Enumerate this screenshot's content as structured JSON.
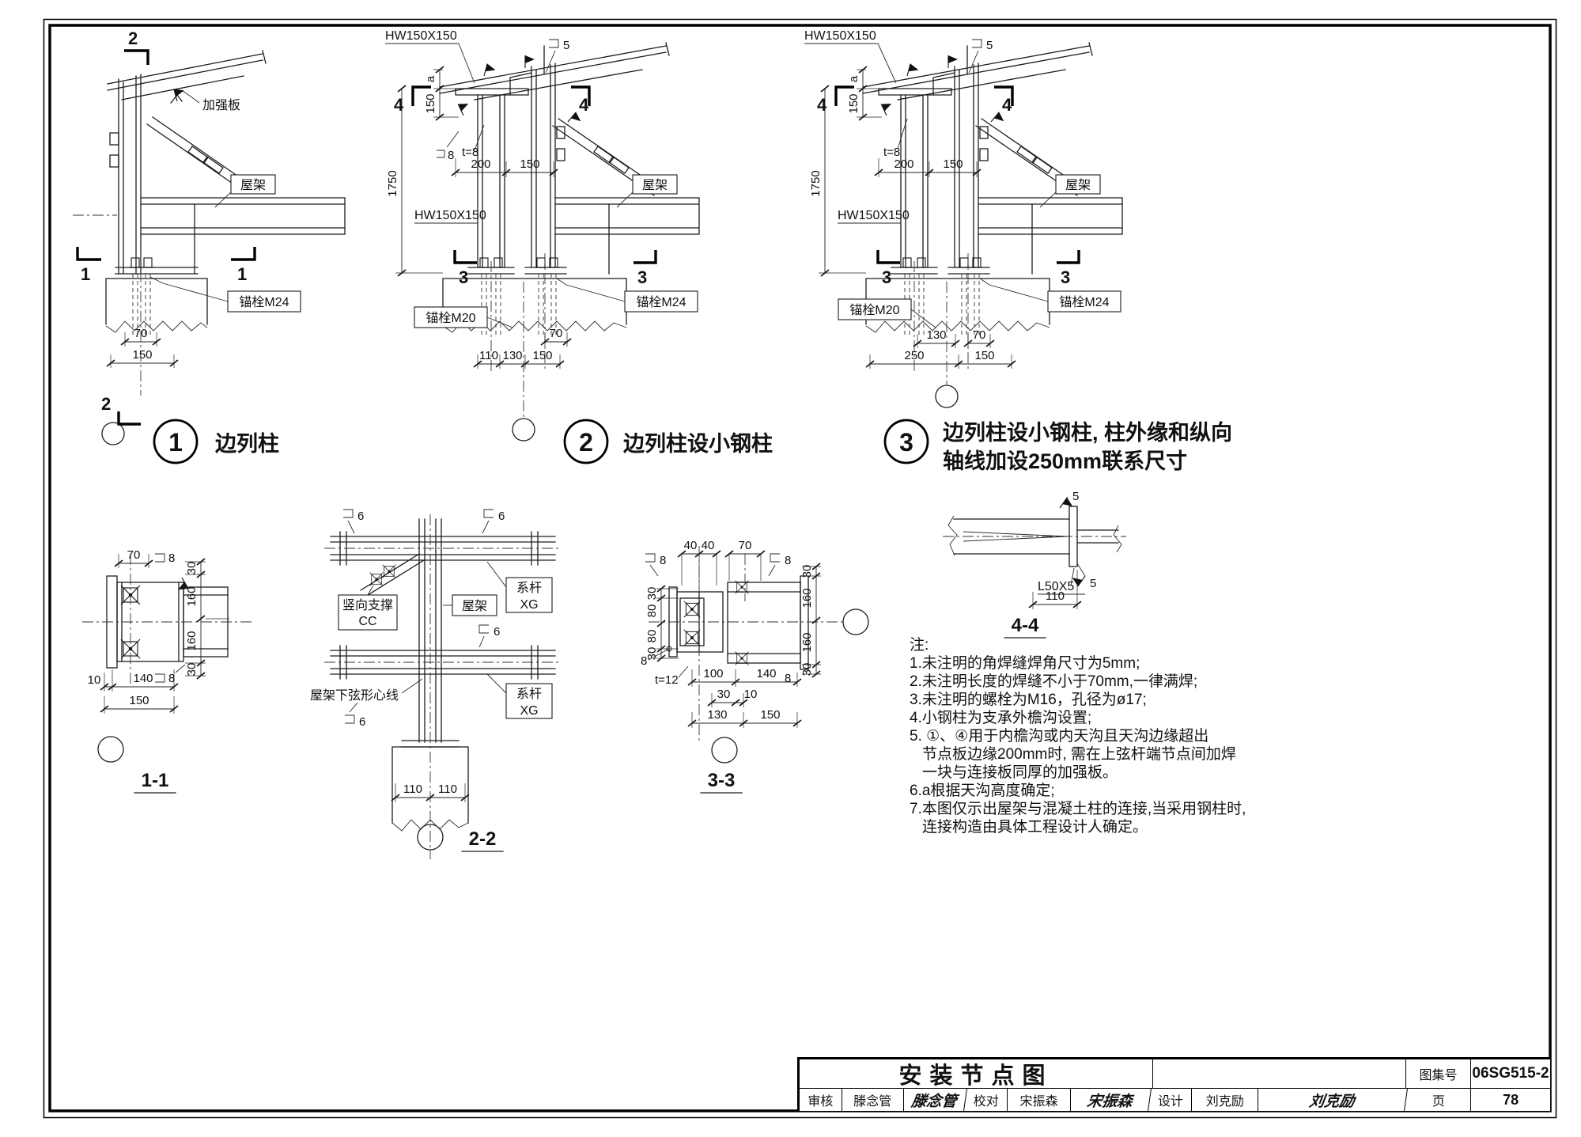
{
  "tb": {
    "title": "安装节点图",
    "atlas_label": "图集号",
    "atlas_no": "06SG515-2",
    "page_label": "页",
    "page_no": "78",
    "check_label": "审核",
    "check_name": "滕念管",
    "check_sig": "滕念管",
    "proof_label": "校对",
    "proof_name": "宋振森",
    "proof_sig": "宋振森",
    "design_label": "设计",
    "design_name": "刘克励",
    "design_sig": "刘克励"
  },
  "notes": {
    "header": "注:",
    "lines": [
      "1.未注明的角焊缝焊角尺寸为5mm;",
      "2.未注明长度的焊缝不小于70mm,一律满焊;",
      "3.未注明的螺栓为M16，孔径为ø17;",
      "4.小钢柱为支承外檐沟设置;",
      "5. ①、④用于内檐沟或内天沟且天沟边缘超出",
      "节点板边缘200mm时, 需在上弦杆端节点间加焊",
      "一块与连接板同厚的加强板。",
      "6.a根据天沟高度确定;",
      "7.本图仅示出屋架与混凝土柱的连接,当采用钢柱时,",
      "连接构造由具体工程设计人确定。"
    ]
  },
  "d1": {
    "bubble": "1",
    "caption": "边列柱",
    "marker_top": "2",
    "marker_bottom": "2",
    "marker_left": "1",
    "marker_right": "1",
    "jqb": "加强板",
    "wj": "屋架",
    "m24": "锚栓M24",
    "dim_70": "70",
    "dim_150": "150"
  },
  "d2": {
    "bubble": "2",
    "caption": "边列柱设小钢柱",
    "hw1": "HW150X150",
    "hw2": "HW150X150",
    "w5": "5",
    "m4l": "4",
    "m4r": "4",
    "m3l": "3",
    "m3r": "3",
    "dim_a": "a",
    "dim_150v": "150",
    "dim_1750": "1750",
    "w8": "8",
    "t8": "t=8",
    "dim_200": "200",
    "dim_150t": "150",
    "wj": "屋架",
    "m20": "锚栓M20",
    "m24": "锚栓M24",
    "dim_70": "70",
    "dim_110": "110",
    "dim_130": "130",
    "dim_150b": "150"
  },
  "d3": {
    "bubble": "3",
    "caption1": "边列柱设小钢柱, 柱外缘和纵向",
    "caption2": "轴线加设250mm联系尺寸",
    "hw1": "HW150X150",
    "hw2": "HW150X150",
    "w5": "5",
    "m4l": "4",
    "m4r": "4",
    "m3l": "3",
    "m3r": "3",
    "dim_a": "a",
    "dim_150v": "150",
    "dim_1750": "1750",
    "t8": "t=8",
    "dim_200": "200",
    "dim_150t": "150",
    "wj": "屋架",
    "m20": "锚栓M20",
    "m24": "锚栓M24",
    "dim_130": "130",
    "dim_70": "70",
    "dim_250": "250",
    "dim_150b": "150"
  },
  "s11": {
    "title": "1-1",
    "dim_70": "70",
    "w_top": "8",
    "w_bottom": "8",
    "right": [
      "30",
      "160",
      "160",
      "30"
    ],
    "dim_10": "10",
    "dim_140": "140",
    "dim_150": "150"
  },
  "s22": {
    "title": "2-2",
    "w_top_left": "6",
    "w_top_right": "6",
    "w_mid": "6",
    "w_bottom": "6",
    "cc_line1": "竖向支撑",
    "cc_line2": "CC",
    "wj": "屋架",
    "xg_top_line1": "系杆",
    "xg_top_line2": "XG",
    "xg_bottom_line1": "系杆",
    "xg_bottom_line2": "XG",
    "centroid": "屋架下弦形心线",
    "dim_110a": "110",
    "dim_110b": "110"
  },
  "s33": {
    "title": "3-3",
    "w_top_left": "8",
    "w_top_right": "8",
    "w_bottom_left": "8",
    "w_bottom_right": "8",
    "dim_40a": "40",
    "dim_40b": "40",
    "dim_70": "70",
    "left": [
      "30",
      "80",
      "80",
      "30"
    ],
    "right": [
      "30",
      "160",
      "160",
      "30"
    ],
    "t12": "t=12",
    "dim_100": "100",
    "dim_140": "140",
    "dim_30": "30",
    "dim_10": "10",
    "dim_130": "130",
    "dim_150": "150"
  },
  "s44": {
    "title": "4-4",
    "w_top": "5",
    "w_bottom": "5",
    "angle": "L50X5",
    "dim_110": "110"
  }
}
